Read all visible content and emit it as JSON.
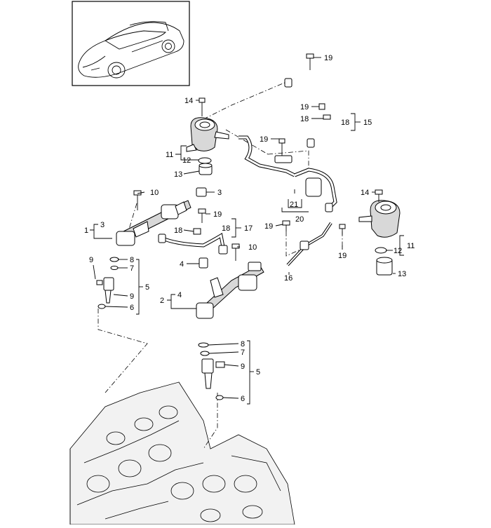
{
  "diagram": {
    "thumbnail_caption": "",
    "callouts": [
      {
        "id": "c19a",
        "label": "19"
      },
      {
        "id": "c14a",
        "label": "14"
      },
      {
        "id": "c19b",
        "label": "19"
      },
      {
        "id": "c18a",
        "label": "18"
      },
      {
        "id": "c15",
        "label": "15"
      },
      {
        "id": "c18b",
        "label": "18"
      },
      {
        "id": "c19c",
        "label": "19"
      },
      {
        "id": "c11a",
        "label": "11"
      },
      {
        "id": "c12a",
        "label": "12"
      },
      {
        "id": "c13a",
        "label": "13"
      },
      {
        "id": "c10a",
        "label": "10"
      },
      {
        "id": "c3a",
        "label": "3"
      },
      {
        "id": "c21",
        "label": "21"
      },
      {
        "id": "c20",
        "label": "20"
      },
      {
        "id": "c14b",
        "label": "14"
      },
      {
        "id": "c19d",
        "label": "19"
      },
      {
        "id": "c18c",
        "label": "18"
      },
      {
        "id": "c17",
        "label": "17"
      },
      {
        "id": "c18d",
        "label": "18"
      },
      {
        "id": "c1",
        "label": "1"
      },
      {
        "id": "c3b",
        "label": "3"
      },
      {
        "id": "c19e",
        "label": "19"
      },
      {
        "id": "c10b",
        "label": "10"
      },
      {
        "id": "c19f",
        "label": "19"
      },
      {
        "id": "c12b",
        "label": "12"
      },
      {
        "id": "c11b",
        "label": "11"
      },
      {
        "id": "c8a",
        "label": "8"
      },
      {
        "id": "c7a",
        "label": "7"
      },
      {
        "id": "c9a",
        "label": "9"
      },
      {
        "id": "c5a",
        "label": "5"
      },
      {
        "id": "c9b",
        "label": "9"
      },
      {
        "id": "c6a",
        "label": "6"
      },
      {
        "id": "c4a",
        "label": "4"
      },
      {
        "id": "c16",
        "label": "16"
      },
      {
        "id": "c13b",
        "label": "13"
      },
      {
        "id": "c2",
        "label": "2"
      },
      {
        "id": "c4b",
        "label": "4"
      },
      {
        "id": "c8b",
        "label": "8"
      },
      {
        "id": "c7b",
        "label": "7"
      },
      {
        "id": "c9c",
        "label": "9"
      },
      {
        "id": "c5b",
        "label": "5"
      },
      {
        "id": "c6b",
        "label": "6"
      }
    ]
  }
}
